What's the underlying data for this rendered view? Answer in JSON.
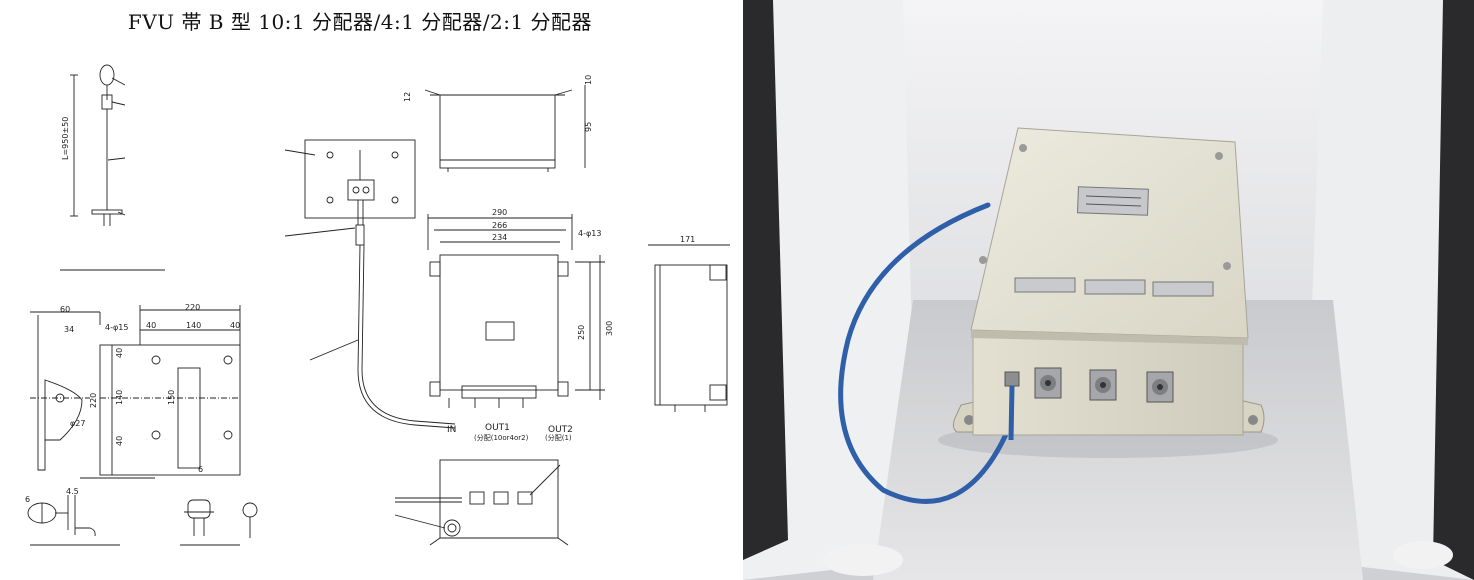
{
  "title": "FVU 帯 B 型 10:1 分配器/4:1 分配器/2:1 分配器",
  "drawing": {
    "dimensions": {
      "wire_length": "L=950±50",
      "plate_width": "220",
      "plate_height": "220",
      "plate_hole_pitch_x": "140",
      "plate_hole_pitch_y": "140",
      "plate_margin_1": "40",
      "plate_margin_2": "40",
      "plate_margin_3": "40",
      "plate_margin_4": "40",
      "side_a": "60",
      "side_b": "34",
      "hole_spec": "4-φ15",
      "slot": "150",
      "thickness": "6",
      "bracket_r": "φ27",
      "pin_a": "6",
      "pin_b": "4.5",
      "box_w1": "290",
      "box_w2": "266",
      "box_w3": "234",
      "box_h1": "250",
      "box_h2": "300",
      "box_depth": "171",
      "top_a": "12",
      "top_b": "95",
      "top_c": "10",
      "mount_hole": "4-φ13"
    },
    "ports": {
      "in": "IN",
      "out1": "OUT1",
      "out1_sub": "(分配(10or4or2)",
      "out2": "OUT2",
      "out2_sub": "(分配(1)"
    }
  },
  "colors": {
    "line": "#222222",
    "cable": "#2f5fa8",
    "box": "#e6e3d6",
    "background_photo": "#d9dadd"
  }
}
